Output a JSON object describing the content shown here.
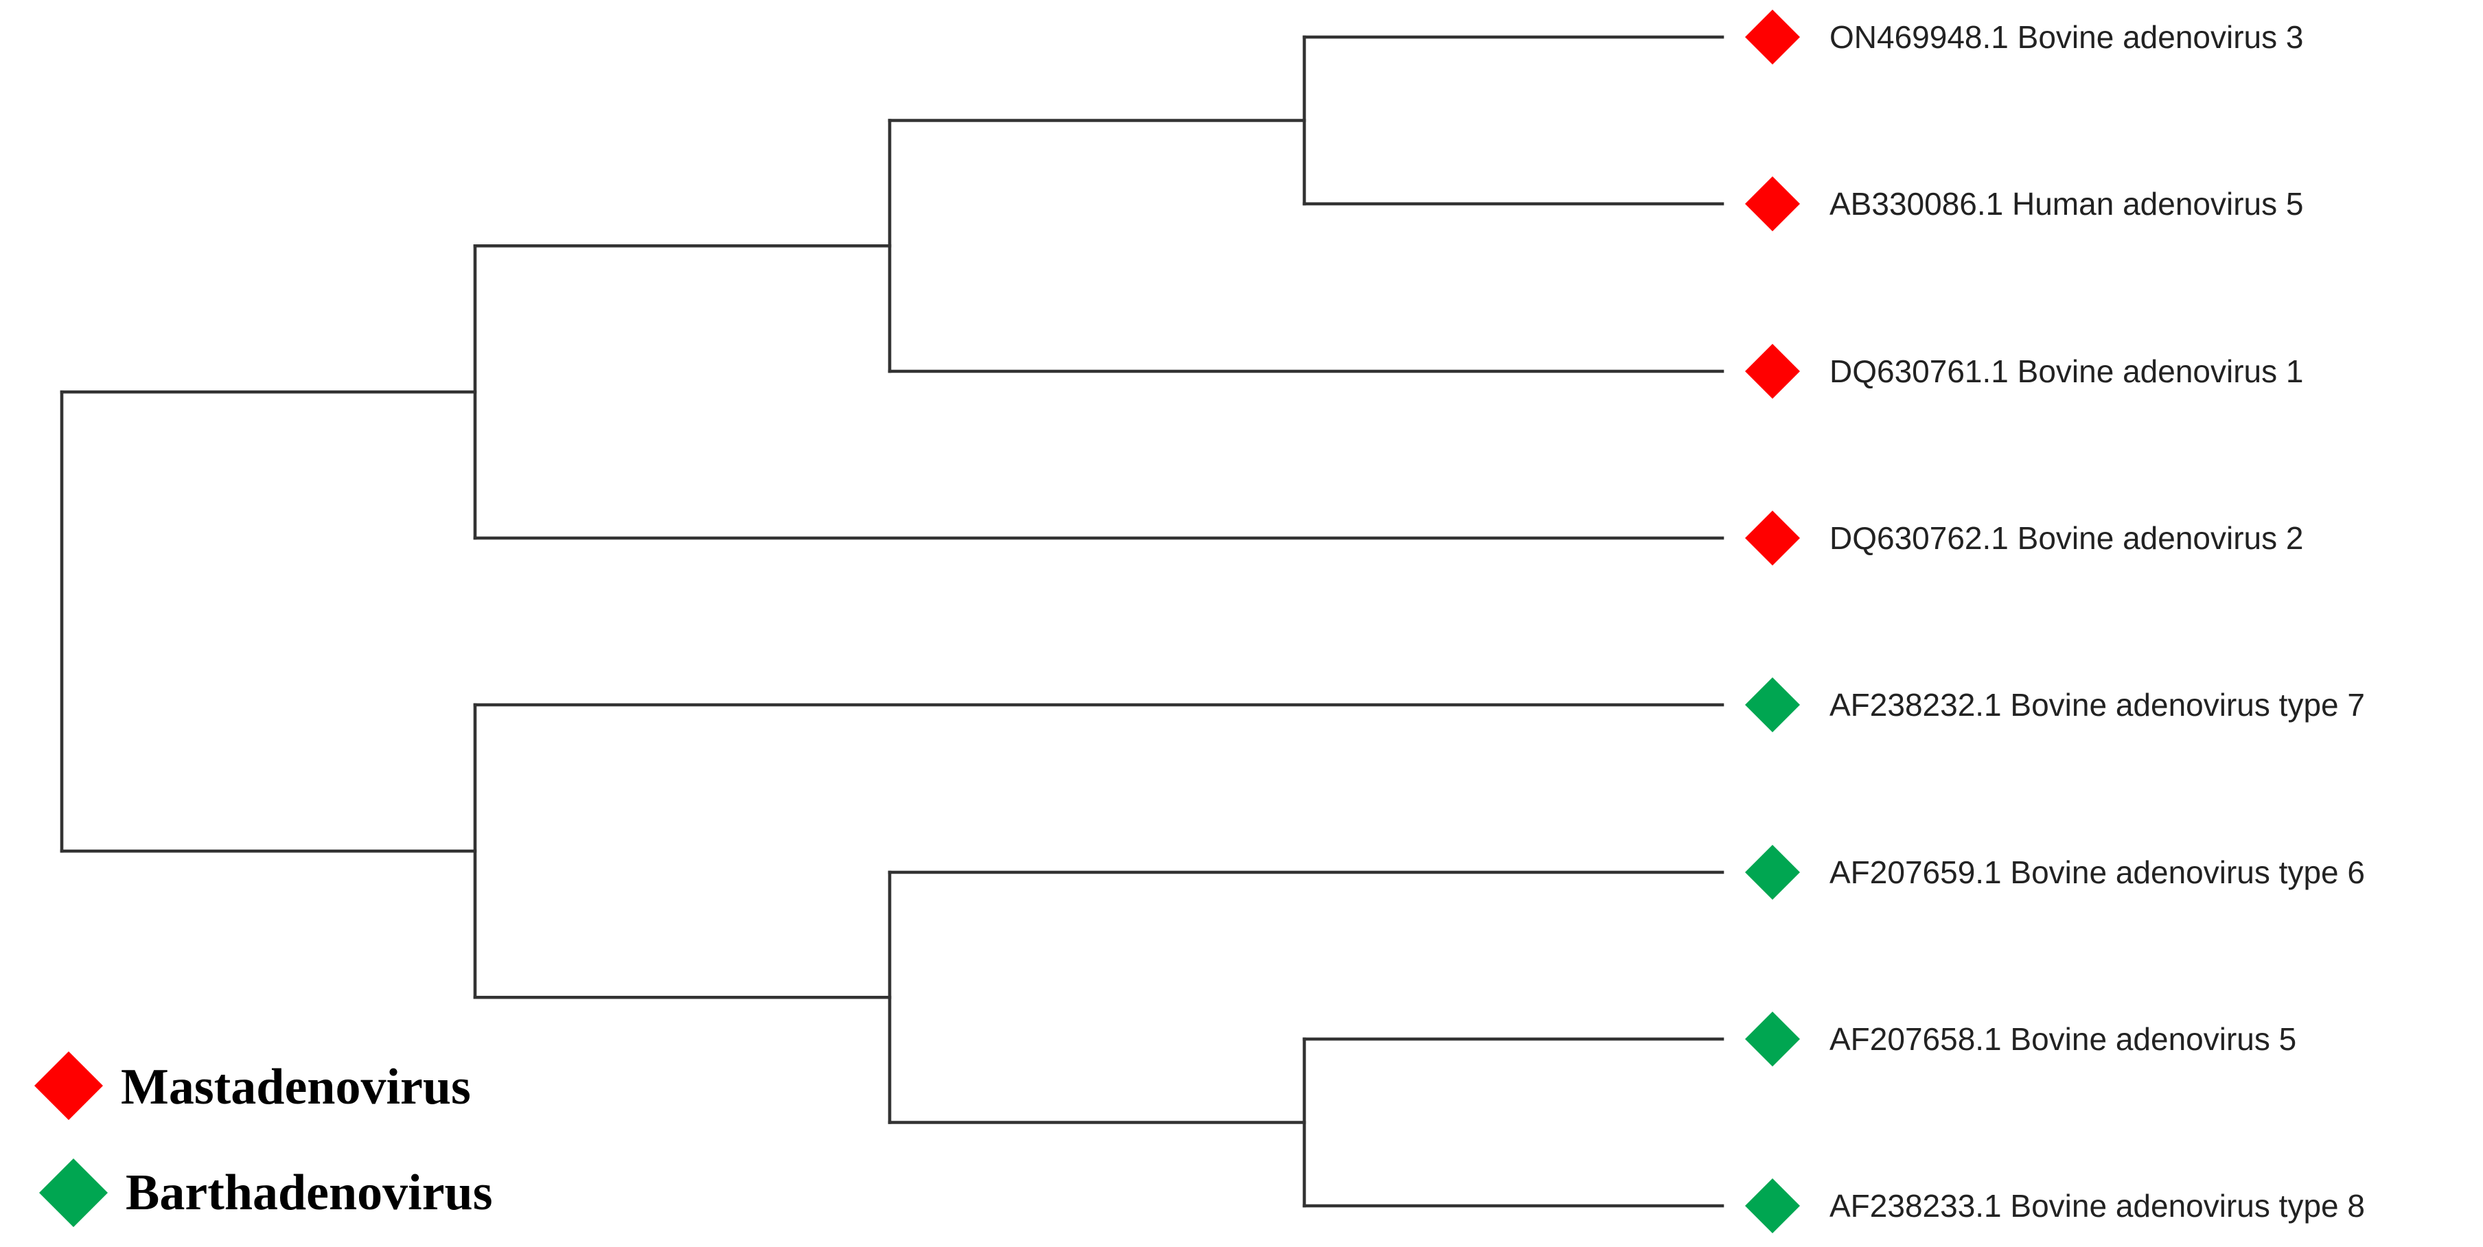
{
  "legend": [
    {
      "label": "Mastadenovirus",
      "color": "#ff0000",
      "marker": "diamond"
    },
    {
      "label": "Barthadenovirus",
      "color": "#00a651",
      "marker": "diamond"
    }
  ],
  "leaves": [
    {
      "label": "ON469948.1 Bovine adenovirus 3",
      "group": "Mastadenovirus"
    },
    {
      "label": "AB330086.1 Human adenovirus 5",
      "group": "Mastadenovirus"
    },
    {
      "label": "DQ630761.1 Bovine adenovirus 1",
      "group": "Mastadenovirus"
    },
    {
      "label": "DQ630762.1 Bovine adenovirus 2",
      "group": "Mastadenovirus"
    },
    {
      "label": "AF238232.1 Bovine adenovirus type 7",
      "group": "Barthadenovirus"
    },
    {
      "label": "AF207659.1 Bovine adenovirus type 6",
      "group": "Barthadenovirus"
    },
    {
      "label": "AF207658.1 Bovine adenovirus 5",
      "group": "Barthadenovirus"
    },
    {
      "label": "AF238233.1 Bovine adenovirus type 8",
      "group": "Barthadenovirus"
    }
  ],
  "tree": {
    "children": [
      {
        "children": [
          {
            "children": [
              {
                "children": [
                  {
                    "leaf": 0
                  },
                  {
                    "leaf": 1
                  }
                ]
              },
              {
                "leaf": 2
              }
            ]
          },
          {
            "leaf": 3
          }
        ]
      },
      {
        "children": [
          {
            "leaf": 4
          },
          {
            "children": [
              {
                "leaf": 5
              },
              {
                "children": [
                  {
                    "leaf": 6
                  },
                  {
                    "leaf": 7
                  }
                ]
              }
            ]
          }
        ]
      }
    ]
  }
}
